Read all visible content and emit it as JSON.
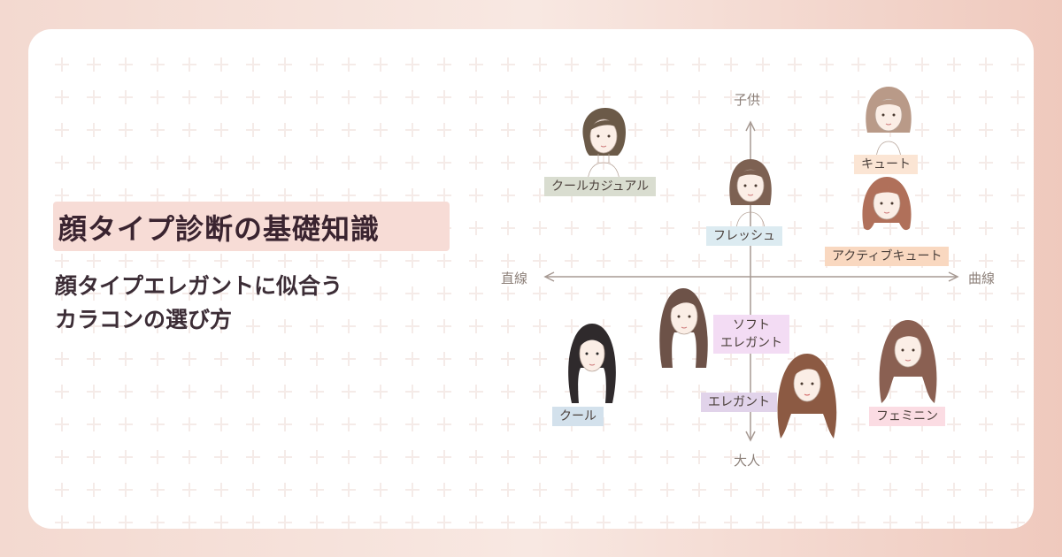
{
  "title": "顔タイプ診断の基礎知識",
  "subtitle_lines": [
    "顔タイプエレガントに似合う",
    "カラコンの選び方"
  ],
  "axes": {
    "top": "子供",
    "bottom": "大人",
    "left": "直線",
    "right": "曲線"
  },
  "types": {
    "cool_casual": "クールカジュアル",
    "cute": "キュート",
    "fresh": "フレッシュ",
    "active_cute": "アクティブキュート",
    "soft_elegant_line1": "ソフト",
    "soft_elegant_line2": "エレガント",
    "cool": "クール",
    "elegant": "エレガント",
    "feminine": "フェミニン"
  },
  "colors": {
    "title_highlight": "#f7dcd6",
    "cool_casual": "#d9ddd0",
    "cute": "#fbe5d4",
    "fresh": "#dcebf1",
    "active_cute": "#f9d8c0",
    "soft_elegant": "#f3dcf4",
    "cool": "#d3e1ec",
    "elegant": "#e1d3ea",
    "feminine": "#fbdce3"
  }
}
